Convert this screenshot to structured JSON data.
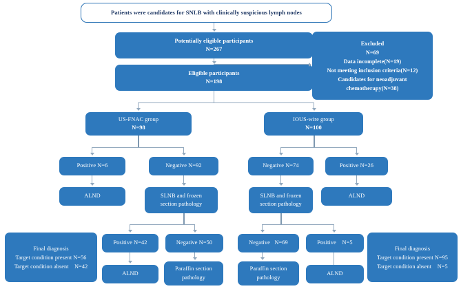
{
  "colors": {
    "box_fill": "#2E79BD",
    "box_text": "#FFFFFF",
    "title_border": "#2E75B6",
    "title_text": "#1F3864",
    "connector": "#93A9BE",
    "background": "#FFFFFF"
  },
  "nodes": {
    "title": {
      "line1": "Patients were candidates for SNLB with clinically suspicious lymph nodes"
    },
    "potentially_eligible": {
      "line1": "Potentially eligible participants",
      "line2": "N=267"
    },
    "eligible": {
      "line1": "Eligible participants",
      "line2": "N=198"
    },
    "excluded": {
      "line1": "Excluded",
      "line2": "N=69",
      "line3": "Data incomplete(N=19)",
      "line4": "Not meeting inclusion criteria(N=12)",
      "line5": "Candidates for neoadjuvant",
      "line6": "chemotherapy(N=38)"
    },
    "us_fnac_group": {
      "line1": "US-FNAC group",
      "line2": "N=98"
    },
    "ious_wire_group": {
      "line1": "IOUS-wire group",
      "line2": "N=100"
    },
    "fnac_positive": {
      "line1": "Positive N=6"
    },
    "fnac_negative": {
      "line1": "Negative N=92"
    },
    "fnac_pos_alnd": {
      "line1": "ALND"
    },
    "fnac_slnb": {
      "line1": "SLNB and frozen",
      "line2": "section pathology"
    },
    "fnac_slnb_positive": {
      "line1": "Positive N=42"
    },
    "fnac_slnb_negative": {
      "line1": "Negative N=50"
    },
    "fnac_slnb_pos_alnd": {
      "line1": "ALND"
    },
    "fnac_slnb_neg_paraffin": {
      "line1": "Paraffin section",
      "line2": "pathology"
    },
    "fnac_final_diagnosis": {
      "line1": "Final diagnosis",
      "line2": "Target condition present N=56",
      "line3": "Target condition absent    N=42"
    },
    "ious_negative": {
      "line1": "Negative N=74"
    },
    "ious_positive": {
      "line1": "Positive N=26"
    },
    "ious_pos_alnd": {
      "line1": "ALND"
    },
    "ious_slnb": {
      "line1": "SLNB and frozen",
      "line2": "section pathology"
    },
    "ious_slnb_negative": {
      "line1": "Negative   N=69"
    },
    "ious_slnb_positive": {
      "line1": "Positive    N=5"
    },
    "ious_slnb_neg_paraffin": {
      "line1": "Paraffin section",
      "line2": "pathology"
    },
    "ious_slnb_pos_alnd": {
      "line1": "ALND"
    },
    "ious_final_diagnosis": {
      "line1": "Final diagnosis",
      "line2": "Target condition present N=95",
      "line3": "Target condition absent    N=5"
    }
  }
}
